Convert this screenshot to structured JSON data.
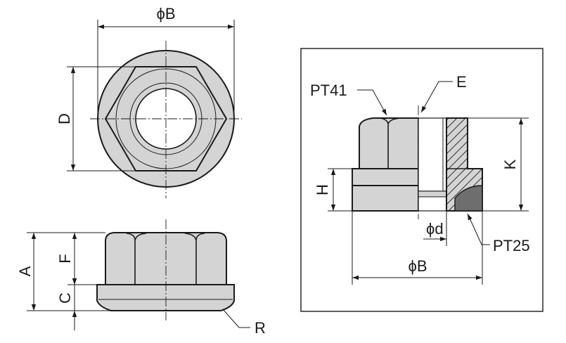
{
  "top_view": {
    "diameter_label": "ϕB",
    "across_corners_label": "D"
  },
  "side_view": {
    "height_label": "A",
    "hex_height_label": "F",
    "flange_height_label": "C",
    "radius_label": "R"
  },
  "section_view": {
    "callout_pt41": "PT41",
    "callout_e": "E",
    "callout_pt25": "PT25",
    "height_label": "K",
    "flange_height_label": "H",
    "bore_label": "ϕd",
    "diameter_label": "ϕB"
  },
  "colors": {
    "body_fill": "#d4d4d4",
    "line": "#1a1a1a",
    "background": "#ffffff"
  }
}
